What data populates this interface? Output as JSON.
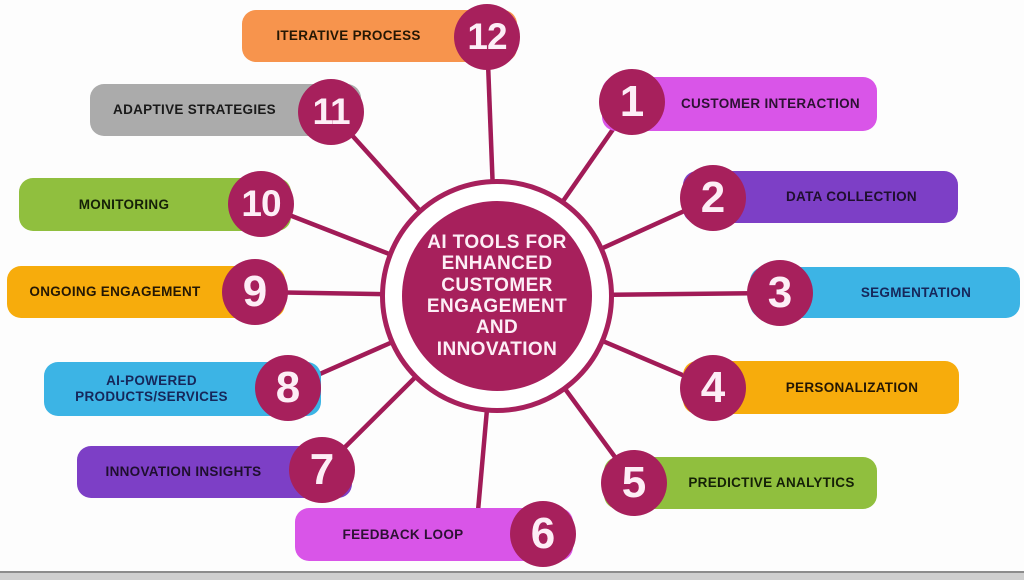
{
  "center": {
    "lines": [
      "AI TOOLS FOR",
      "ENHANCED",
      "CUSTOMER",
      "ENGAGEMENT",
      "AND",
      "INNOVATION"
    ]
  },
  "colors": {
    "node_fill": "#a7205c",
    "connector": "#a11b57",
    "number_text": "#fdeef6",
    "center_text": "#fdeef6",
    "background": "#fdfdfd"
  },
  "items": [
    {
      "number": "1",
      "label": "CUSTOMER INTERACTION",
      "bar_color": "#d955e8",
      "label_color": "#2d1133"
    },
    {
      "number": "2",
      "label": "DATA COLLECTION",
      "bar_color": "#7d3fc6",
      "label_color": "#1f0f2e"
    },
    {
      "number": "3",
      "label": "SEGMENTATION",
      "bar_color": "#3cb4e5",
      "label_color": "#16275a"
    },
    {
      "number": "4",
      "label": "PERSONALIZATION",
      "bar_color": "#f7ac0c",
      "label_color": "#241704"
    },
    {
      "number": "5",
      "label": "PREDICTIVE ANALYTICS",
      "bar_color": "#90bf3e",
      "label_color": "#152007"
    },
    {
      "number": "6",
      "label": "FEEDBACK LOOP",
      "bar_color": "#d955e8",
      "label_color": "#2d1133"
    },
    {
      "number": "7",
      "label": "INNOVATION INSIGHTS",
      "bar_color": "#7d3fc6",
      "label_color": "#1f0f2e"
    },
    {
      "number": "8",
      "label": "AI-POWERED PRODUCTS/SERVICES",
      "bar_color": "#3cb4e5",
      "label_color": "#16275a"
    },
    {
      "number": "9",
      "label": "ONGOING ENGAGEMENT",
      "bar_color": "#f7ac0c",
      "label_color": "#241704"
    },
    {
      "number": "10",
      "label": "MONITORING",
      "bar_color": "#90bf3e",
      "label_color": "#152007"
    },
    {
      "number": "11",
      "label": "ADAPTIVE STRATEGIES",
      "bar_color": "#ababab",
      "label_color": "#1a1a1a"
    },
    {
      "number": "12",
      "label": "ITERATIVE PROCESS",
      "bar_color": "#f7944d",
      "label_color": "#241704"
    }
  ]
}
